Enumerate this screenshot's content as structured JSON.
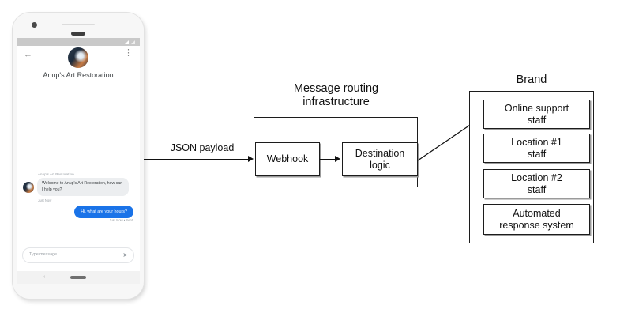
{
  "phone": {
    "app_bar": {
      "back_icon": "back-arrow-icon",
      "overflow_icon": "overflow-menu-icon",
      "brand_title": "Anup's Art Restoration"
    },
    "chat": {
      "incoming": {
        "sender": "Anup's Art Restoration",
        "text": "Welcome to Anup's Art Restoration, how can I help you?",
        "timestamp": "Just Now"
      },
      "outgoing": {
        "text": "Hi, what are your hours?",
        "status": "Just Now • Sent"
      }
    },
    "input": {
      "placeholder": "Type message",
      "send_icon": "send-icon"
    },
    "navbar": {
      "back_icon": "nav-back-icon",
      "home_pill": "home-pill-icon"
    }
  },
  "diagram": {
    "payload_label": "JSON payload",
    "routing": {
      "title_line1": "Message routing",
      "title_line2": "infrastructure",
      "webhook_label": "Webhook",
      "destination_line1": "Destination",
      "destination_line2": "logic"
    },
    "brand": {
      "title": "Brand",
      "items": [
        {
          "line1": "Online support",
          "line2": "staff"
        },
        {
          "line1": "Location #1",
          "line2": "staff"
        },
        {
          "line1": "Location #2",
          "line2": "staff"
        },
        {
          "line1": "Automated",
          "line2": "response system"
        }
      ]
    }
  },
  "colors": {
    "outgoing_bubble": "#1a73e8",
    "incoming_bubble": "#eceef0",
    "stroke": "#111111",
    "box_shadow": "#9a9a9a",
    "page_background": "#ffffff"
  }
}
